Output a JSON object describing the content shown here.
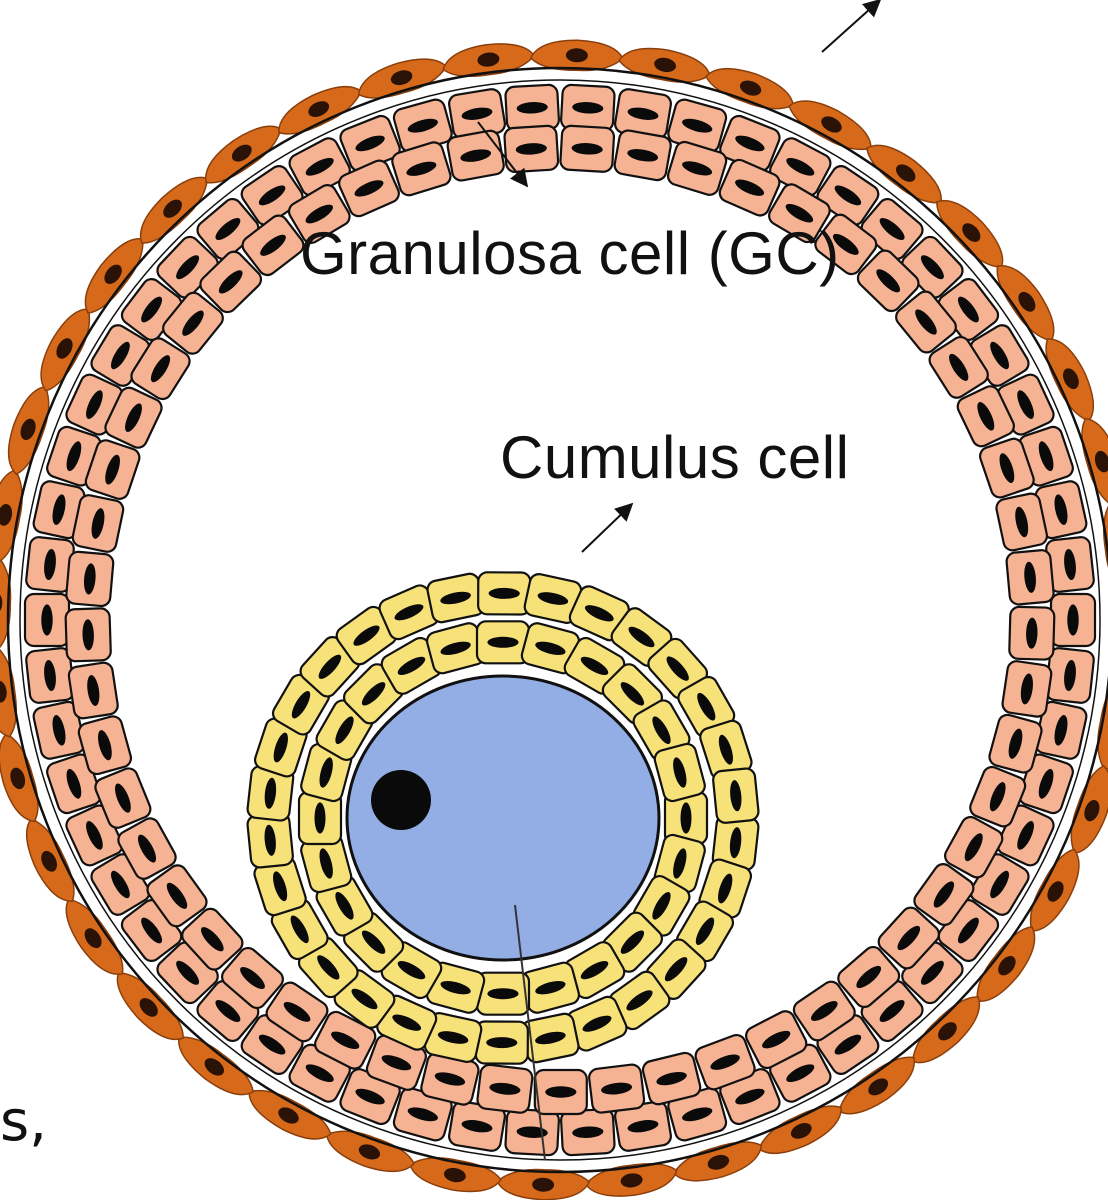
{
  "labels": {
    "granulosa": "Granulosa cell (GC)",
    "cumulus": "Cumulus cell",
    "fragment": "s,"
  },
  "colors": {
    "theca": "#d66a1a",
    "theca_nucleus": "#2a1206",
    "granulosa_fill": "#f6b394",
    "cumulus_fill": "#f7e27a",
    "oocyte_fill": "#93aee4",
    "nucleus": "#0a0a0a",
    "outline": "#111111",
    "background": "#ffffff"
  },
  "icons": {
    "arrow": "arrow-icon"
  }
}
